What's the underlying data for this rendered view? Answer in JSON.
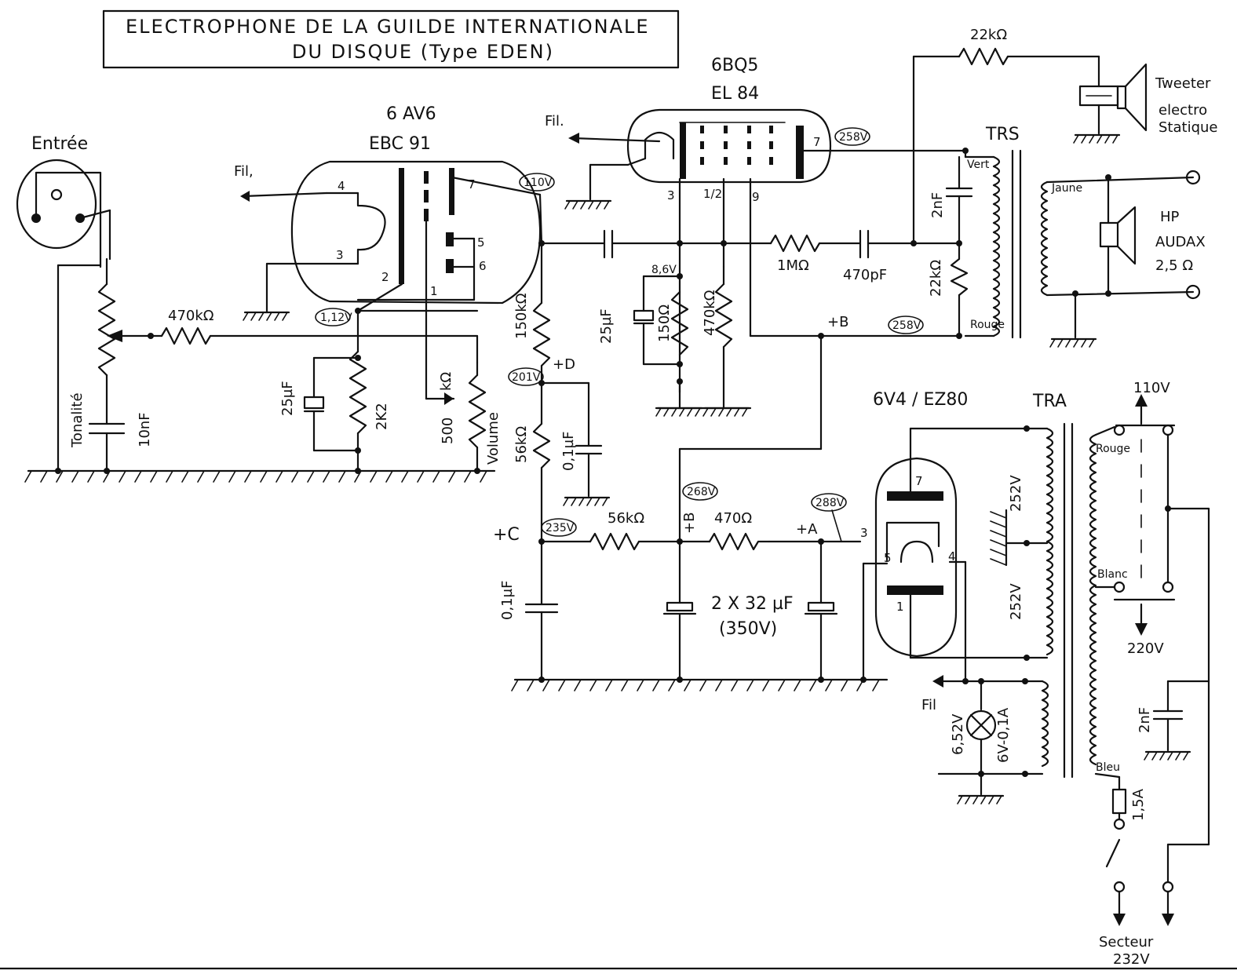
{
  "title": {
    "line1": "ELECTROPHONE DE LA GUILDE INTERNATIONALE",
    "line2": "DU DISQUE (Type EDEN)"
  },
  "input": {
    "label": "Entrée"
  },
  "tubes": {
    "ebc91": {
      "name1": "6 AV6",
      "name2": "EBC 91",
      "anode_voltage": "110V",
      "cathode_voltage": "1,12V",
      "pins": [
        "4",
        "3",
        "2",
        "7",
        "5",
        "6",
        "1"
      ]
    },
    "el84": {
      "name1": "6BQ5",
      "name2": "EL 84",
      "anode_voltage": "258V",
      "cathode_voltage": "8,6V",
      "pins": [
        "3",
        "1/2",
        "9",
        "7"
      ]
    },
    "ez80": {
      "name": "6V4 / EZ80",
      "pins": [
        "7",
        "3",
        "5",
        "4",
        "1"
      ]
    }
  },
  "labels": {
    "fil": "Fil.",
    "fil2": "Fil,",
    "fil3": "Fil",
    "tonalite": "Tonalité",
    "volume": "Volume",
    "trs": "TRS",
    "tra": "TRA",
    "tweeter": "Tweeter",
    "tweeter2": "electro",
    "tweeter3": "Statique",
    "hp1": "HP",
    "hp2": "AUDAX",
    "hp3": "2,5 Ω",
    "jaune": "Jaune",
    "vert": "Vert",
    "rouge1": "Rouge",
    "rouge2": "Rouge",
    "blanc": "Blanc",
    "bleu": "Bleu",
    "secteur1": "Secteur",
    "secteur2": "232V",
    "v110": "110V",
    "v220": "220V",
    "plus_a": "+A",
    "plus_b": "+B",
    "plus_b2": "+B",
    "plus_c": "+C",
    "plus_d": "+D",
    "v_plusb": "258V",
    "v_plusd": "201V",
    "v_plusc": "235V",
    "v_b": "268V",
    "v_a": "288V",
    "w252a": "252V",
    "w252b": "252V",
    "v652": "6,52V",
    "lamp": "6V-0,1A"
  },
  "components": {
    "r_in": "470kΩ",
    "c_tone": "10nF",
    "c_k1": "25µF",
    "r_k1": "2K2",
    "pot_vol_a": "500",
    "pot_vol_b": "kΩ",
    "r_load1": "150kΩ",
    "r_dec1": "56kΩ",
    "c_dec1": "0,1µF",
    "c_k2": "25µF",
    "r_k2": "150Ω",
    "r_g2": "470kΩ",
    "r_grid": "1MΩ",
    "c_470": "470pF",
    "c_2nf": "2nF",
    "r_22k": "22kΩ",
    "r_22k_top": "22kΩ",
    "r_56k": "56kΩ",
    "r_470": "470Ω",
    "c_filter": "2 X 32 µF",
    "c_filter_v": "(350V)",
    "c_01": "0,1µF",
    "c_2nf_mains": "2nF",
    "fuse": "1,5A"
  }
}
